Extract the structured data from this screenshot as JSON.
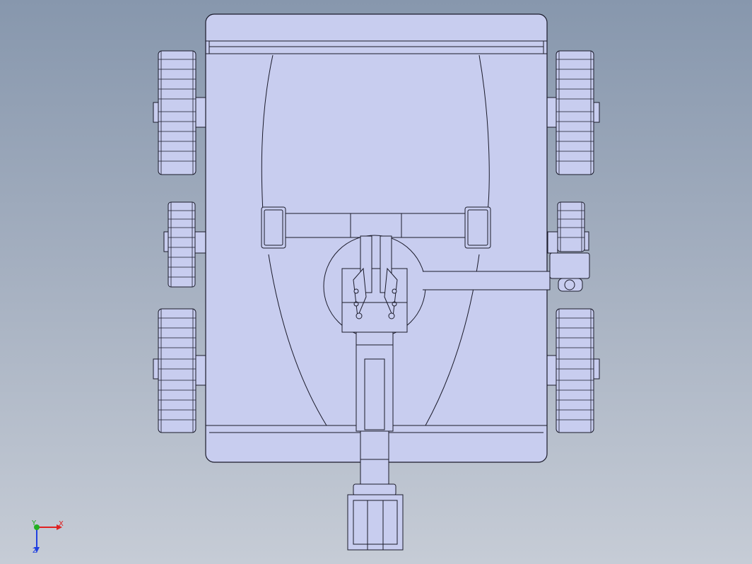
{
  "viewport": {
    "background_top": "#8797ad",
    "background_bottom": "#c6ccd6",
    "model_fill": "#c8cdef",
    "model_stroke": "#1a1a2a"
  },
  "triad": {
    "x_label": "X",
    "y_label": "Y",
    "z_label": "Z",
    "x_color": "#e02020",
    "y_color": "#20b020",
    "z_color": "#2040e0"
  }
}
